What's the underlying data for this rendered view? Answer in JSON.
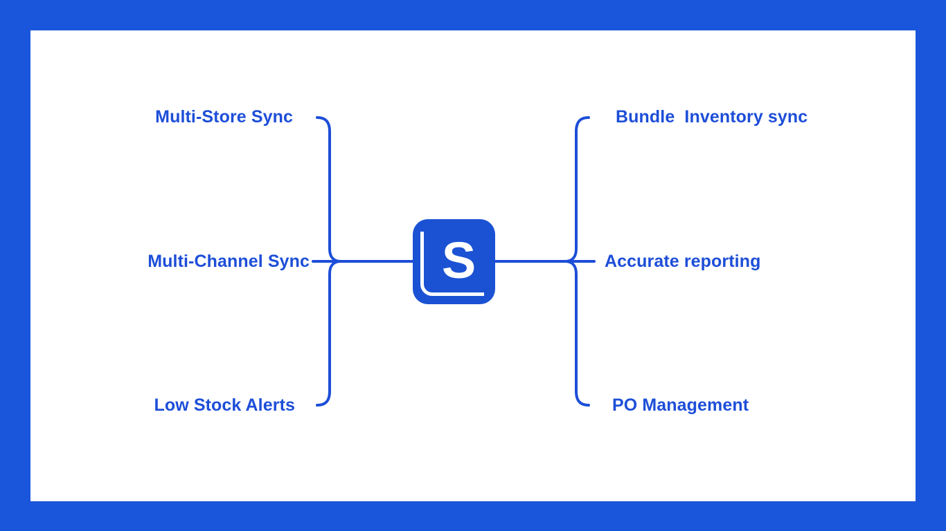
{
  "canvas": {
    "background_color": "#1a56db",
    "card_color": "#ffffff"
  },
  "diagram": {
    "type": "radial-bracket-diagram",
    "accent_color": "#1d4ed8",
    "center": {
      "icon_name": "s-logo-icon",
      "letter": "S",
      "background_color": "#1b52d4",
      "letter_color": "#ffffff"
    },
    "left_branch": {
      "items": [
        {
          "label": "Multi-Store Sync"
        },
        {
          "label": "Multi-Channel Sync"
        },
        {
          "label": "Low Stock Alerts"
        }
      ]
    },
    "right_branch": {
      "items": [
        {
          "label": "Bundle  Inventory sync"
        },
        {
          "label": "Accurate reporting"
        },
        {
          "label": "PO Management"
        }
      ]
    }
  }
}
